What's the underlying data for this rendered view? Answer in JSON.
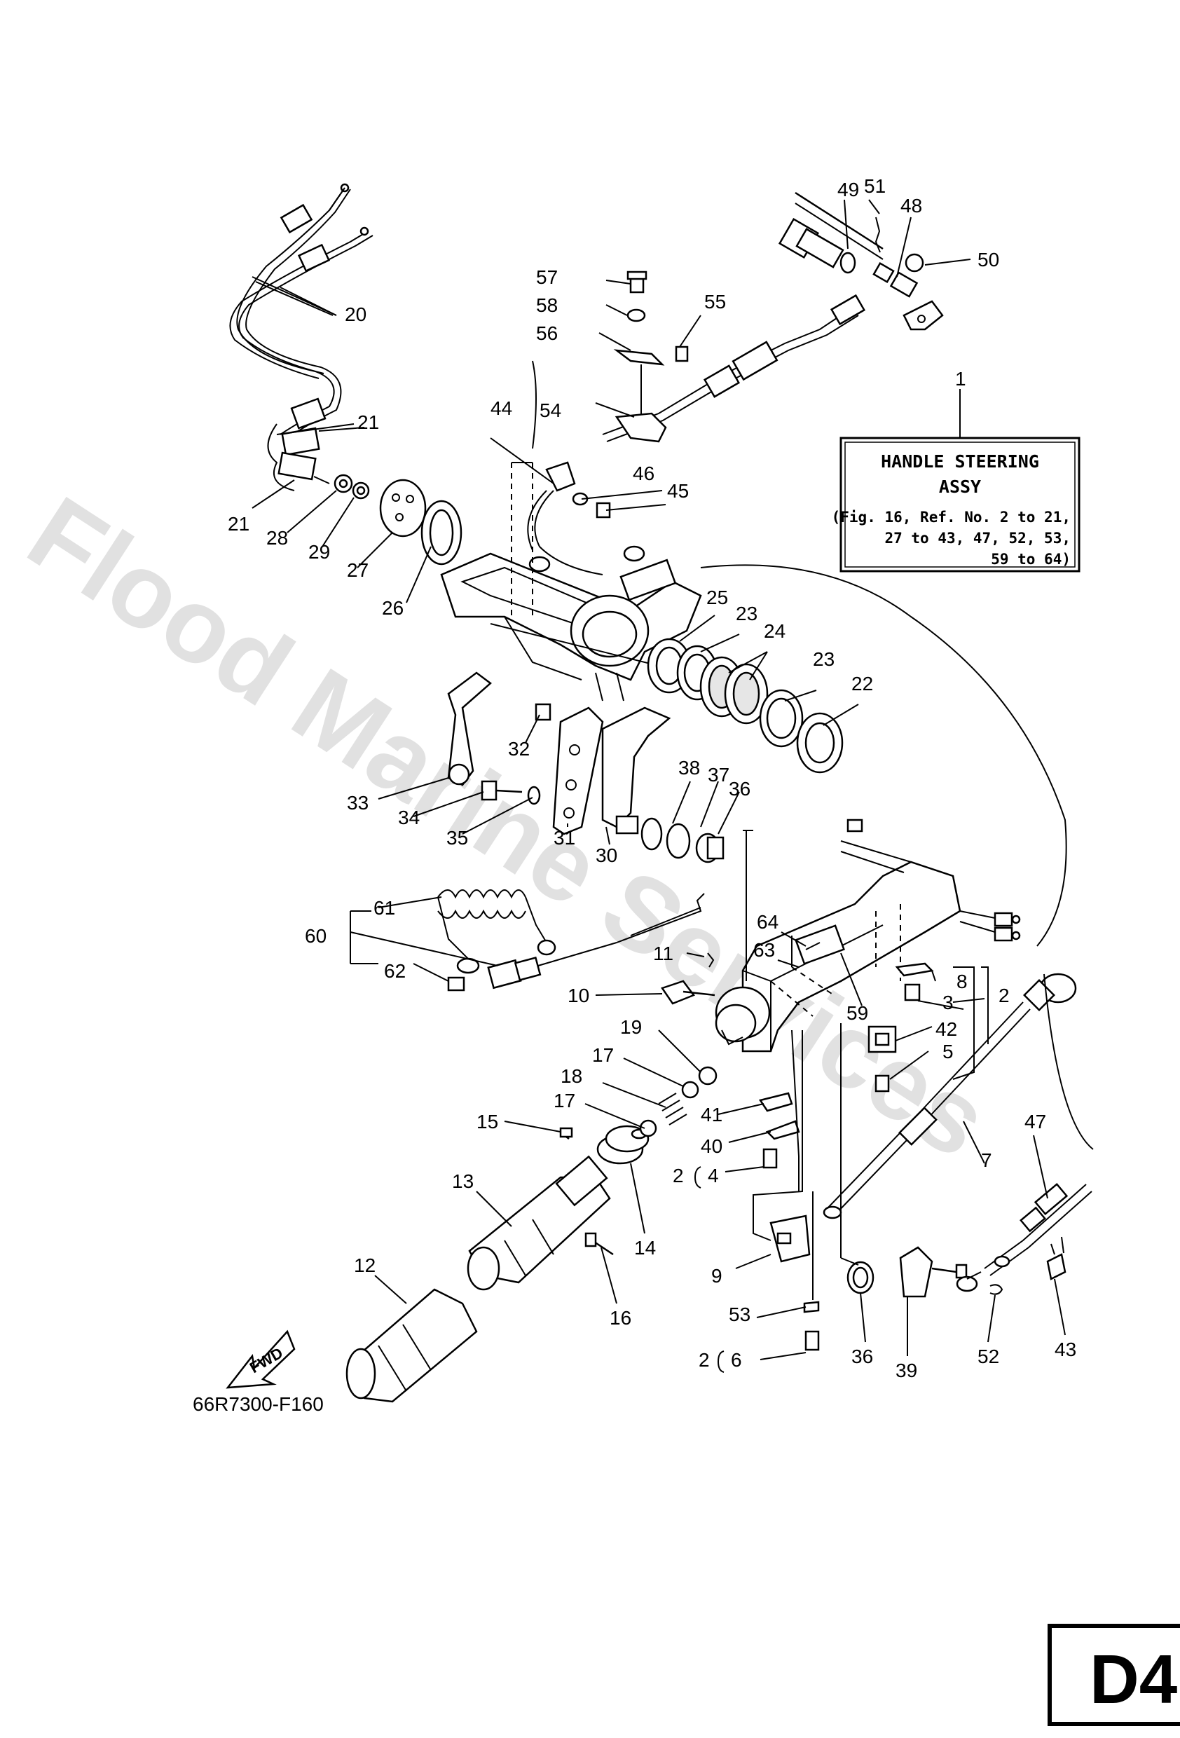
{
  "watermark": "Flood Marine Services",
  "drawing_code": "66R7300-F160",
  "page_code": "D4",
  "fwd_label": "FWD",
  "assembly_note": {
    "line1": "HANDLE STEERING",
    "line2": "ASSY",
    "line3": "(Fig. 16, Ref. No. 2 to 21,",
    "line4": "27 to 43, 47, 52, 53,",
    "line5": "59 to 64)"
  },
  "ref_numbers": [
    "1",
    "2",
    "2",
    "2",
    "3",
    "4",
    "5",
    "6",
    "7",
    "8",
    "9",
    "10",
    "11",
    "12",
    "13",
    "14",
    "15",
    "16",
    "17",
    "17",
    "18",
    "19",
    "20",
    "21",
    "21",
    "22",
    "23",
    "23",
    "24",
    "25",
    "26",
    "27",
    "28",
    "29",
    "30",
    "31",
    "32",
    "33",
    "34",
    "35",
    "36",
    "36",
    "37",
    "38",
    "39",
    "40",
    "41",
    "42",
    "43",
    "44",
    "45",
    "46",
    "47",
    "48",
    "49",
    "50",
    "51",
    "52",
    "53",
    "54",
    "55",
    "56",
    "57",
    "58",
    "59",
    "60",
    "61",
    "62",
    "63",
    "64"
  ],
  "colors": {
    "line": "#000000",
    "background": "#ffffff",
    "watermark": "#d8d8d8"
  }
}
